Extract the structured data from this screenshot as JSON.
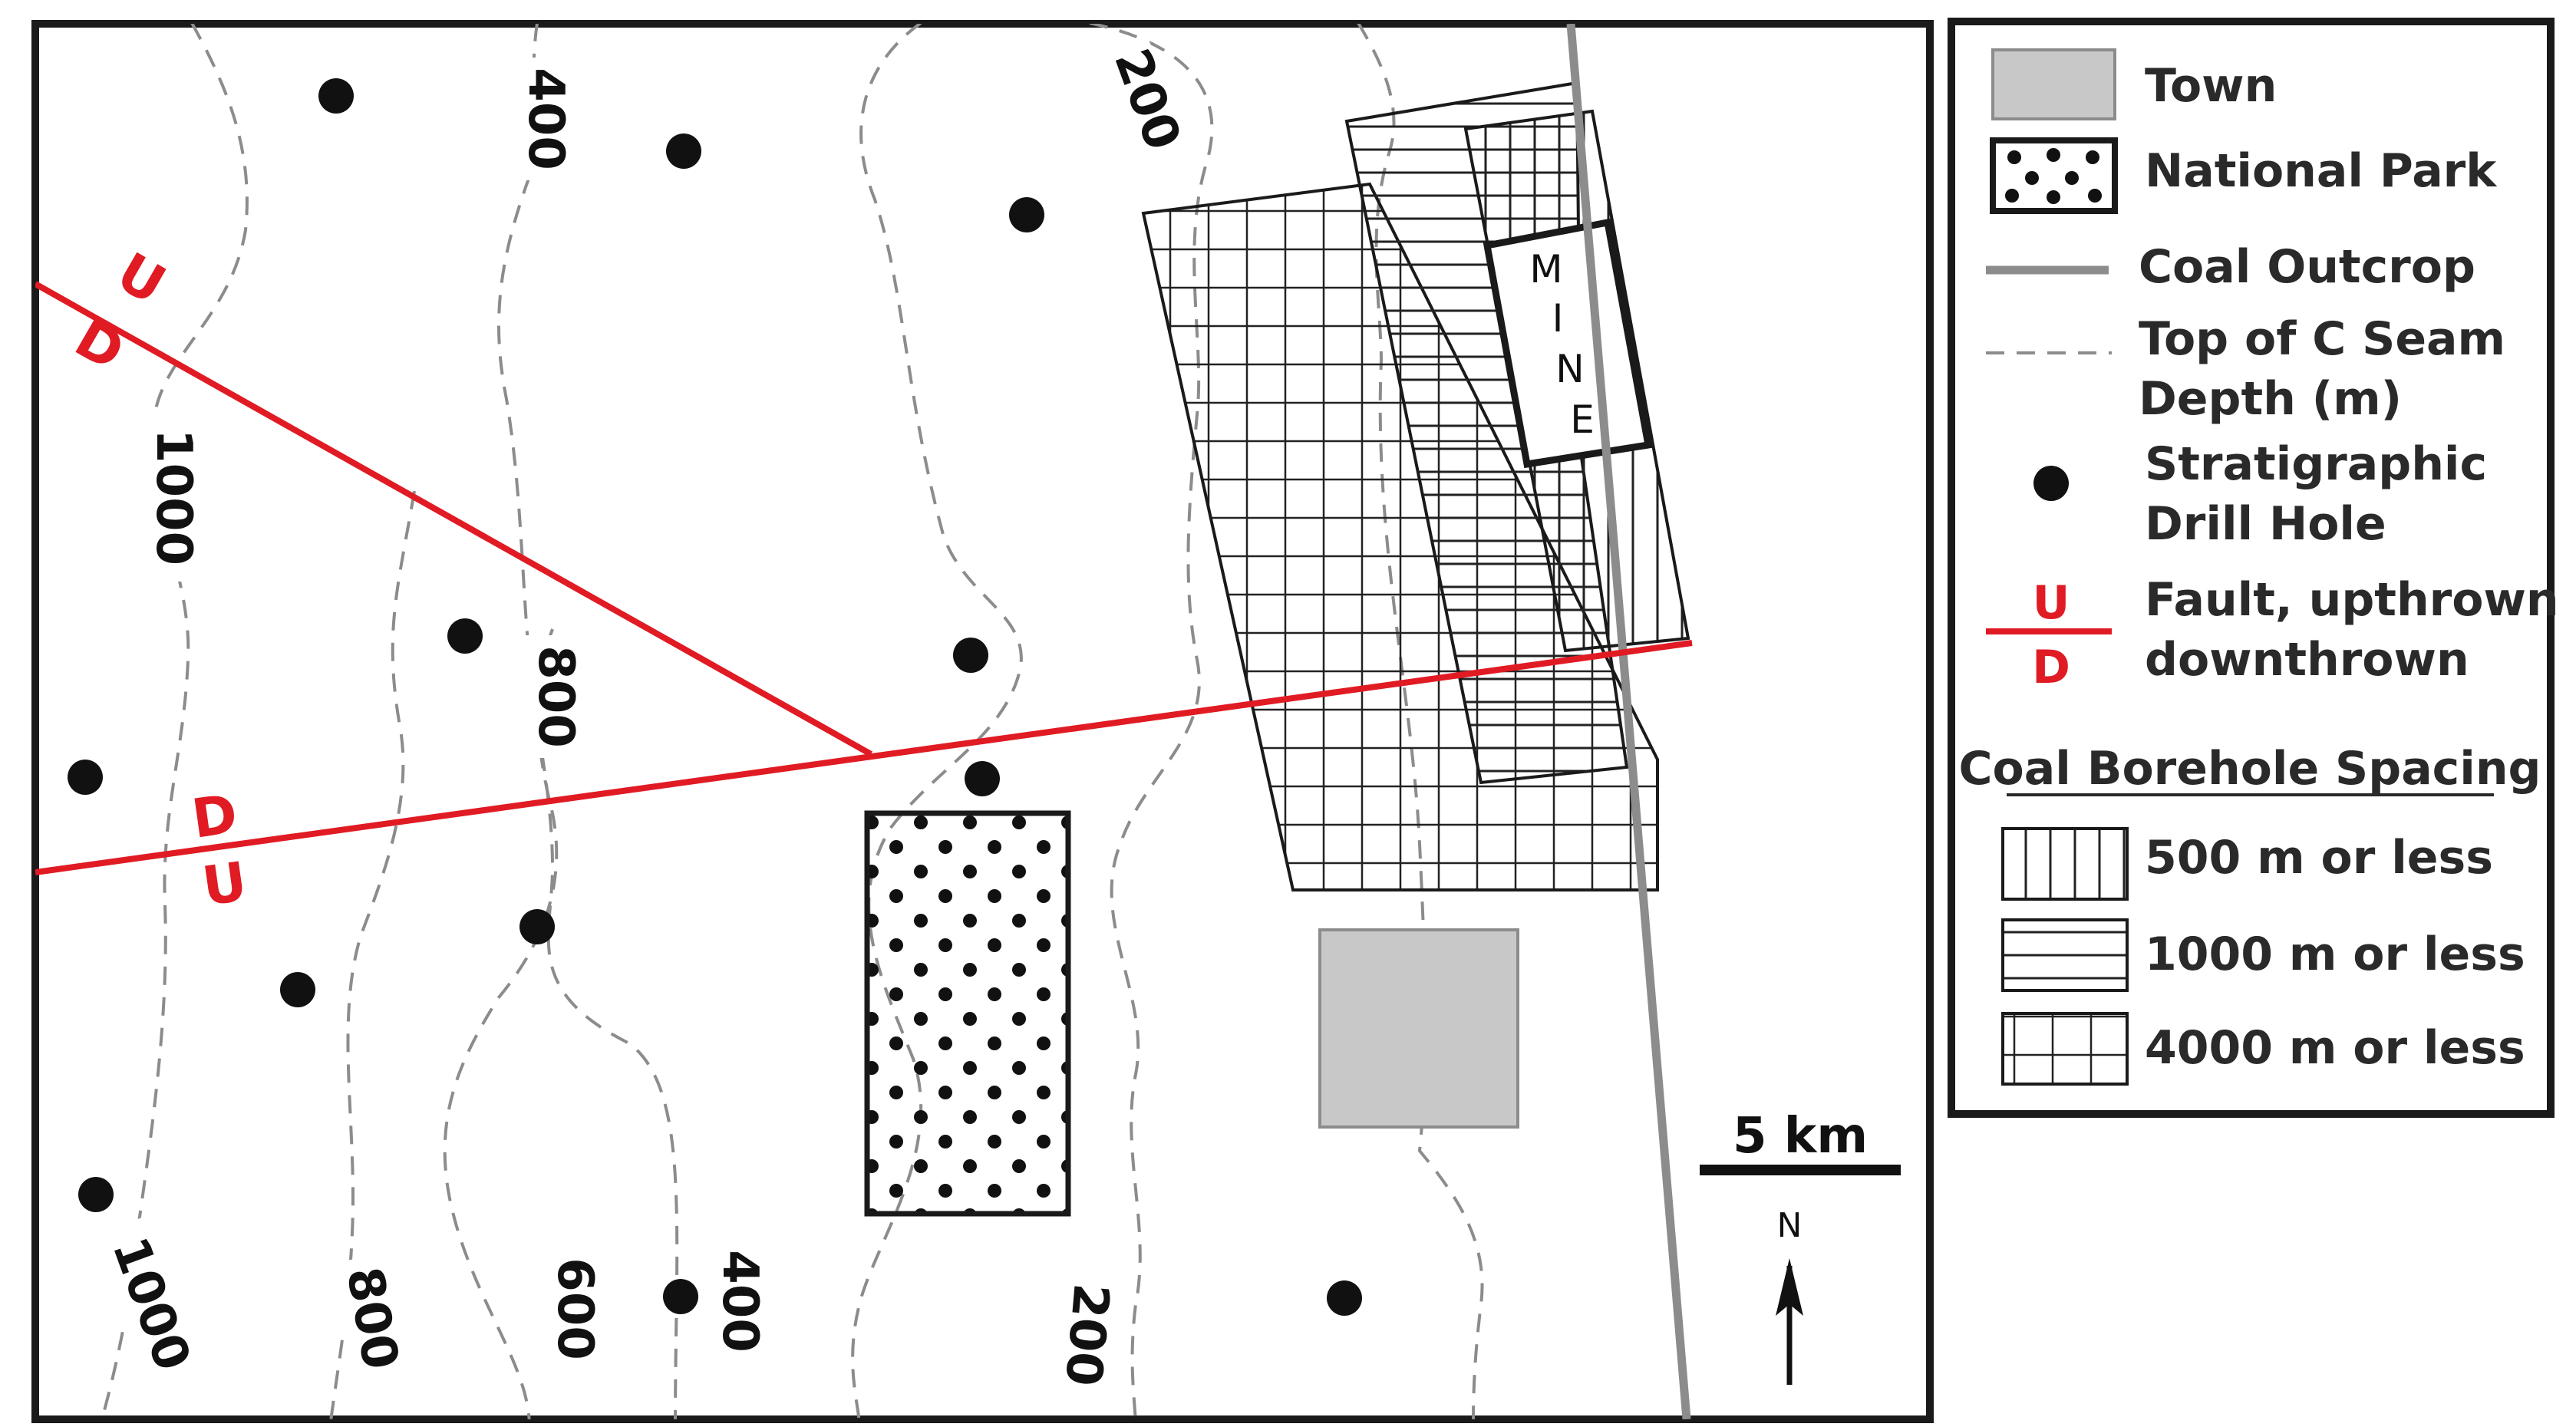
{
  "map": {
    "contour_labels": {
      "c1000_top": "1000",
      "c800_mid": "800",
      "c400_top": "400",
      "c200_top": "200",
      "c1000_bottom": "1000",
      "c800_bottom": "800",
      "c600_bottom": "600",
      "c400_bottom": "400",
      "c200_bottom": "200"
    },
    "fault_labels": {
      "upper_u": "U",
      "upper_d": "D",
      "lower_d": "D",
      "lower_u": "U"
    },
    "mine_letters": [
      "M",
      "I",
      "N",
      "E"
    ],
    "scale_bar_label": "5 km",
    "north_label": "N"
  },
  "legend": {
    "town": "Town",
    "national_park": "National Park",
    "coal_outcrop": "Coal Outcrop",
    "top_seam_line1": "Top of C Seam",
    "top_seam_line2": "Depth (m)",
    "drill_hole_line1": "Stratigraphic",
    "drill_hole_line2": "Drill Hole",
    "fault_u": "U",
    "fault_d": "D",
    "fault_line1": "Fault, upthrown",
    "fault_line2": "downthrown",
    "spacing_title": "Coal Borehole Spacing",
    "spacing_500": "500 m or less",
    "spacing_1000": "1000 m or less",
    "spacing_4000": "4000 m or less"
  },
  "colors": {
    "fault": "#e01b24",
    "town_fill": "#c8c8c8",
    "outcrop": "#8c8c8c",
    "contour": "#8c8c8c",
    "frame": "#1a1a1a"
  }
}
